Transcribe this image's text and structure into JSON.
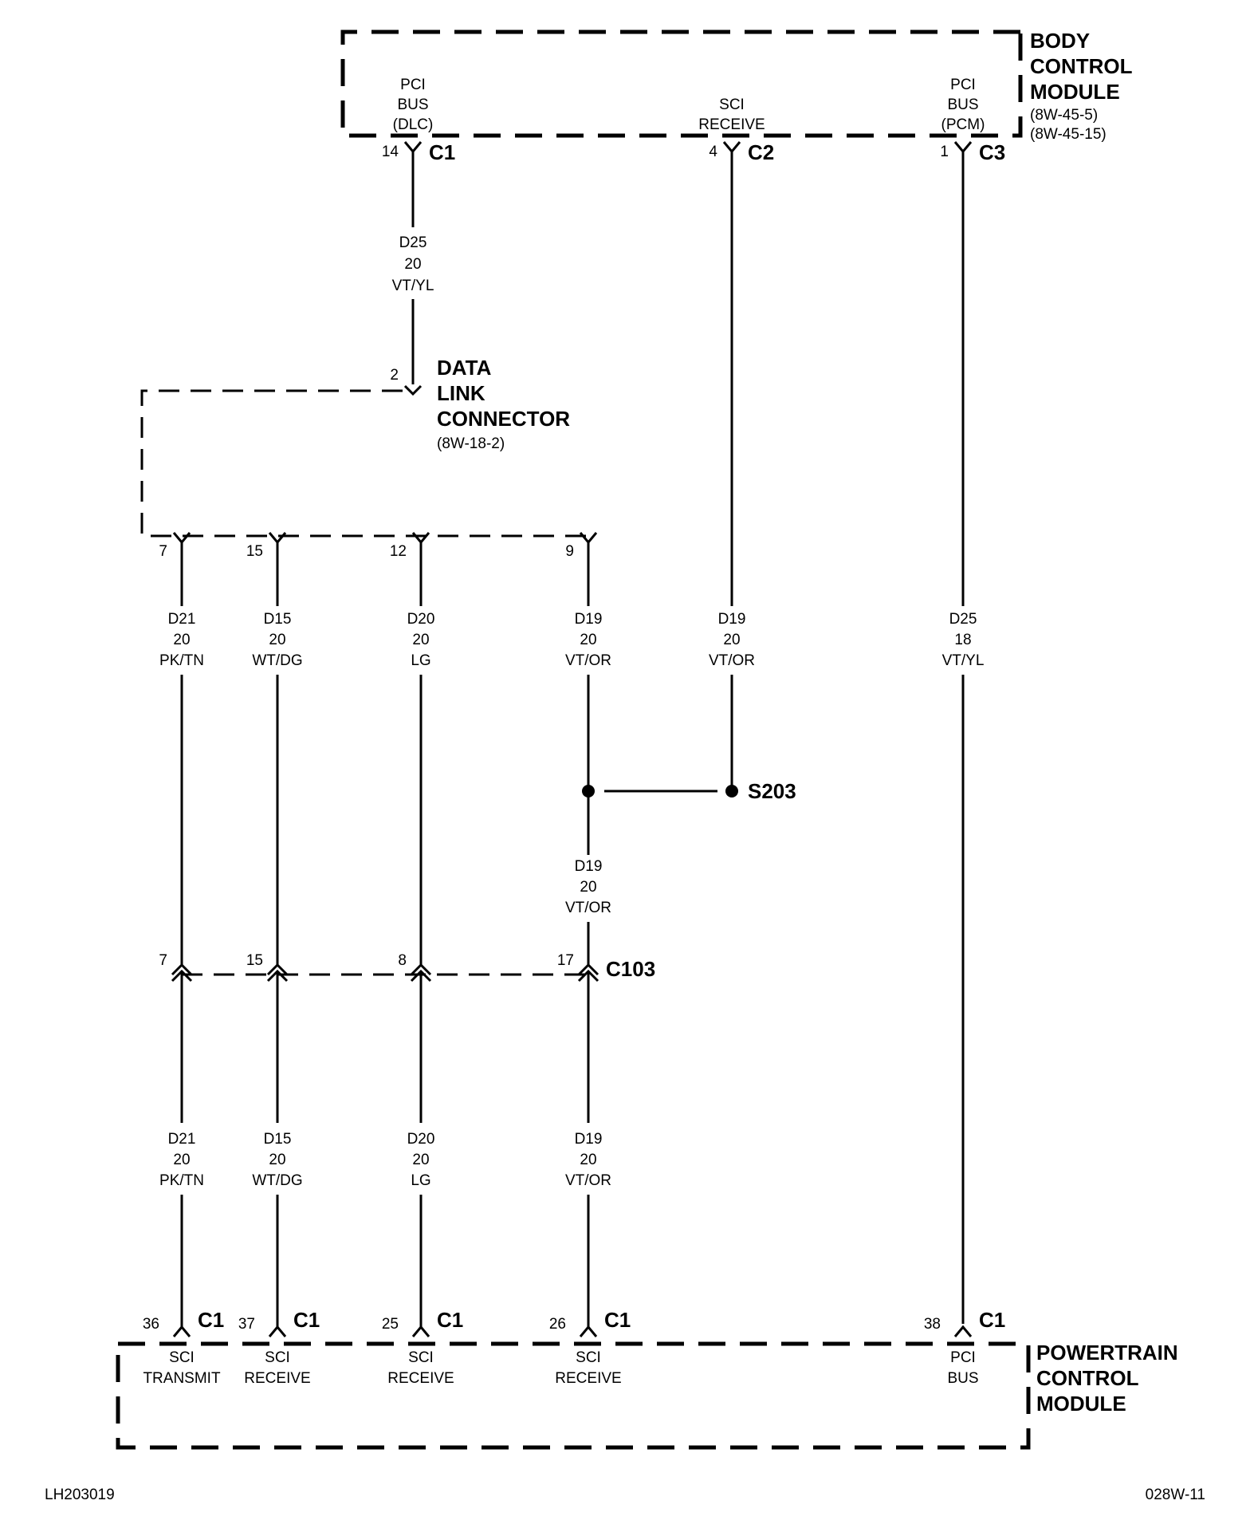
{
  "bcm": {
    "name": [
      "BODY",
      "CONTROL",
      "MODULE"
    ],
    "refs": [
      "(8W-45-5)",
      "(8W-45-15)"
    ],
    "pins": [
      {
        "func": [
          "PCI",
          "BUS",
          "(DLC)"
        ],
        "pin": "14",
        "conn": "C1"
      },
      {
        "func": [
          "SCI",
          "RECEIVE"
        ],
        "pin": "4",
        "conn": "C2"
      },
      {
        "func": [
          "PCI",
          "BUS",
          "(PCM)"
        ],
        "pin": "1",
        "conn": "C3"
      }
    ]
  },
  "dlc": {
    "name": [
      "DATA",
      "LINK",
      "CONNECTOR"
    ],
    "ref": "(8W-18-2)",
    "in_pin": "2",
    "out_pins": [
      "7",
      "15",
      "12",
      "9"
    ]
  },
  "wires_top": {
    "bcm_to_dlc": [
      "D25",
      "20",
      "VT/YL"
    ],
    "dlc_out": [
      [
        "D21",
        "20",
        "PK/TN"
      ],
      [
        "D15",
        "20",
        "WT/DG"
      ],
      [
        "D20",
        "20",
        "LG"
      ],
      [
        "D19",
        "20",
        "VT/OR"
      ]
    ],
    "bcm_sci": [
      "D19",
      "20",
      "VT/OR"
    ],
    "bcm_pci_pcm": [
      "D25",
      "18",
      "VT/YL"
    ]
  },
  "splice": {
    "name": "S203",
    "wire": [
      "D19",
      "20",
      "VT/OR"
    ]
  },
  "c103": {
    "name": "C103",
    "pins": [
      "7",
      "15",
      "8",
      "17"
    ]
  },
  "wires_bottom": [
    [
      "D21",
      "20",
      "PK/TN"
    ],
    [
      "D15",
      "20",
      "WT/DG"
    ],
    [
      "D20",
      "20",
      "LG"
    ],
    [
      "D19",
      "20",
      "VT/OR"
    ]
  ],
  "pcm": {
    "name": [
      "POWERTRAIN",
      "CONTROL",
      "MODULE"
    ],
    "pins": [
      {
        "pin": "36",
        "conn": "C1",
        "func": [
          "SCI",
          "TRANSMIT"
        ]
      },
      {
        "pin": "37",
        "conn": "C1",
        "func": [
          "SCI",
          "RECEIVE"
        ]
      },
      {
        "pin": "25",
        "conn": "C1",
        "func": [
          "SCI",
          "RECEIVE"
        ]
      },
      {
        "pin": "26",
        "conn": "C1",
        "func": [
          "SCI",
          "RECEIVE"
        ]
      },
      {
        "pin": "38",
        "conn": "C1",
        "func": [
          "PCI",
          "BUS"
        ]
      }
    ]
  },
  "footer": {
    "left": "LH203019",
    "right": "028W-11"
  }
}
